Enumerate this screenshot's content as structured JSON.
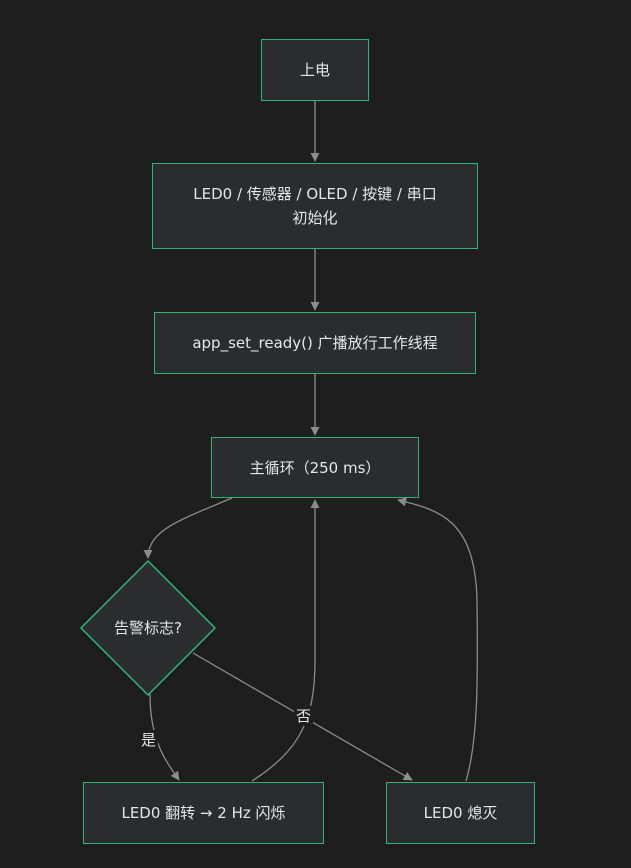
{
  "nodes": {
    "power_on": "上电",
    "init": "LED0 / 传感器 / OLED / 按键 / 串口初始化",
    "ready": "app_set_ready() 广播放行工作线程",
    "main_loop": "主循环（250 ms）",
    "alarm_decision": "告警标志?",
    "led_blink": "LED0 翻转 → 2 Hz 闪烁",
    "led_off": "LED0 熄灭"
  },
  "edges": {
    "yes_label": "是",
    "no_label": "否"
  },
  "colors": {
    "background": "#1e1e1e",
    "node_fill": "#2a2c30",
    "node_border": "#2fb37a",
    "edge": "#8c8c8c",
    "text": "#e6e6e6"
  }
}
